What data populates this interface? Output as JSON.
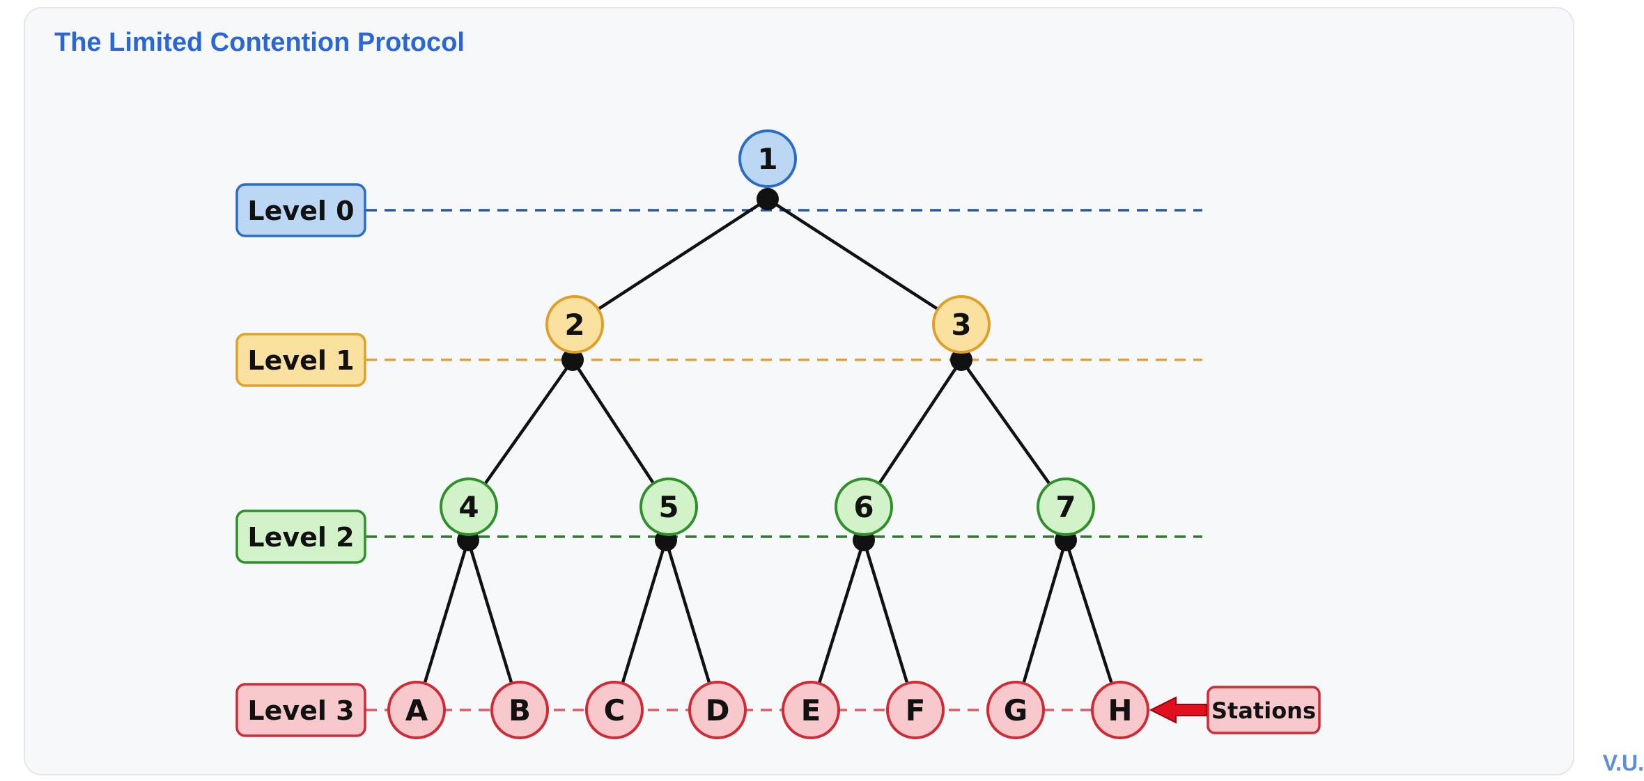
{
  "title": "The Limited Contention Protocol",
  "watermark": "V.U.",
  "levels": [
    {
      "label": "Level 0",
      "fill": "#bcd7f3",
      "stroke": "#2b6cc4",
      "line": "#2a55a0"
    },
    {
      "label": "Level 1",
      "fill": "#fbe19f",
      "stroke": "#dfa02a",
      "line": "#e4a23a"
    },
    {
      "label": "Level 2",
      "fill": "#d2f3c9",
      "stroke": "#2f8f2a",
      "line": "#2f7a2a"
    },
    {
      "label": "Level 3",
      "fill": "#f8c9cc",
      "stroke": "#d02a35",
      "line": "#e05a65"
    }
  ],
  "nodes": [
    {
      "id": "1",
      "level": 0
    },
    {
      "id": "2",
      "level": 1
    },
    {
      "id": "3",
      "level": 1
    },
    {
      "id": "4",
      "level": 2
    },
    {
      "id": "5",
      "level": 2
    },
    {
      "id": "6",
      "level": 2
    },
    {
      "id": "7",
      "level": 2
    },
    {
      "id": "A",
      "level": 3
    },
    {
      "id": "B",
      "level": 3
    },
    {
      "id": "C",
      "level": 3
    },
    {
      "id": "D",
      "level": 3
    },
    {
      "id": "E",
      "level": 3
    },
    {
      "id": "F",
      "level": 3
    },
    {
      "id": "G",
      "level": 3
    },
    {
      "id": "H",
      "level": 3
    }
  ],
  "stations_label": "Stations",
  "arrow_color": "#e0101e"
}
